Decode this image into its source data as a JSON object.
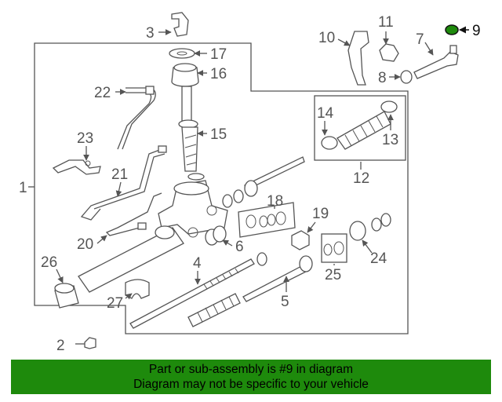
{
  "diagram": {
    "part_numbers": {
      "n1": "1",
      "n2": "2",
      "n3": "3",
      "n4": "4",
      "n5": "5",
      "n6": "6",
      "n7": "7",
      "n8": "8",
      "n9": "9",
      "n10": "10",
      "n11": "11",
      "n12": "12",
      "n13": "13",
      "n14": "14",
      "n15": "15",
      "n16": "16",
      "n17": "17",
      "n18": "18",
      "n19": "19",
      "n20": "20",
      "n21": "21",
      "n22": "22",
      "n23": "23",
      "n24": "24",
      "n25": "25",
      "n26": "26",
      "n27": "27"
    },
    "highlighted_part": "9",
    "colors": {
      "highlight": "#1e8a0c",
      "line": "#555555",
      "banner": "#1e8a0c"
    }
  },
  "banner": {
    "line1": "Part or sub-assembly is #9 in diagram",
    "line2": "Diagram may not be specific to your vehicle"
  }
}
